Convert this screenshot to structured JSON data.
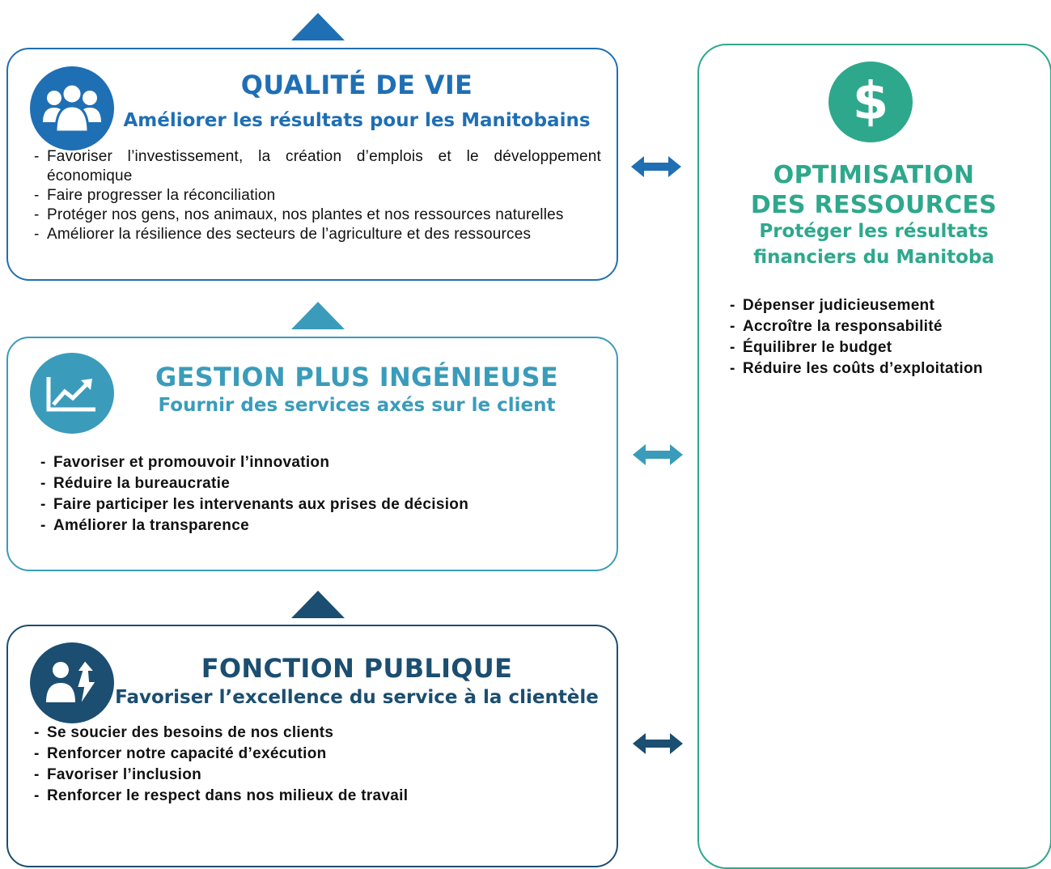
{
  "colors": {
    "quality": "#1f6fb4",
    "gestion": "#3a9cba",
    "fonction": "#1b4e70",
    "optimisation": "#2ea88c"
  },
  "quality": {
    "icon": "people-group-icon",
    "title": "QUALITÉ DE VIE",
    "subtitle": "Améliorer les résultats pour les Manitobains",
    "items": [
      "Favoriser l’investissement, la création d’emplois et le développement économique",
      "Faire progresser la réconciliation",
      "Protéger nos gens, nos animaux, nos plantes et nos ressources naturelles",
      "Améliorer la résilience des secteurs de l’agriculture et des ressources"
    ]
  },
  "gestion": {
    "icon": "trend-chart-icon",
    "title": "GESTION PLUS INGÉNIEUSE",
    "subtitle": "Fournir des services axés sur le client",
    "items": [
      "Favoriser et promouvoir l’innovation",
      "Réduire la bureaucratie",
      "Faire participer les intervenants aux prises de décision",
      "Améliorer la transparence"
    ]
  },
  "fonction": {
    "icon": "people-lightning-icon",
    "title": "FONCTION PUBLIQUE",
    "subtitle": "Favoriser l’excellence du service à la clientèle",
    "items": [
      "Se soucier des besoins de nos clients",
      "Renforcer notre capacité d’exécution",
      "Favoriser l’inclusion",
      "Renforcer le respect dans nos milieux de travail"
    ]
  },
  "optimisation": {
    "icon": "dollar-icon",
    "title_line1": "OPTIMISATION",
    "title_line2": "DES RESSOURCES",
    "subtitle_line1": "Protéger les résultats",
    "subtitle_line2": "financiers du Manitoba",
    "items": [
      "Dépenser judicieusement",
      "Accroître la responsabilité",
      "Équilibrer le budget",
      "Réduire les coûts d’exploitation"
    ]
  }
}
